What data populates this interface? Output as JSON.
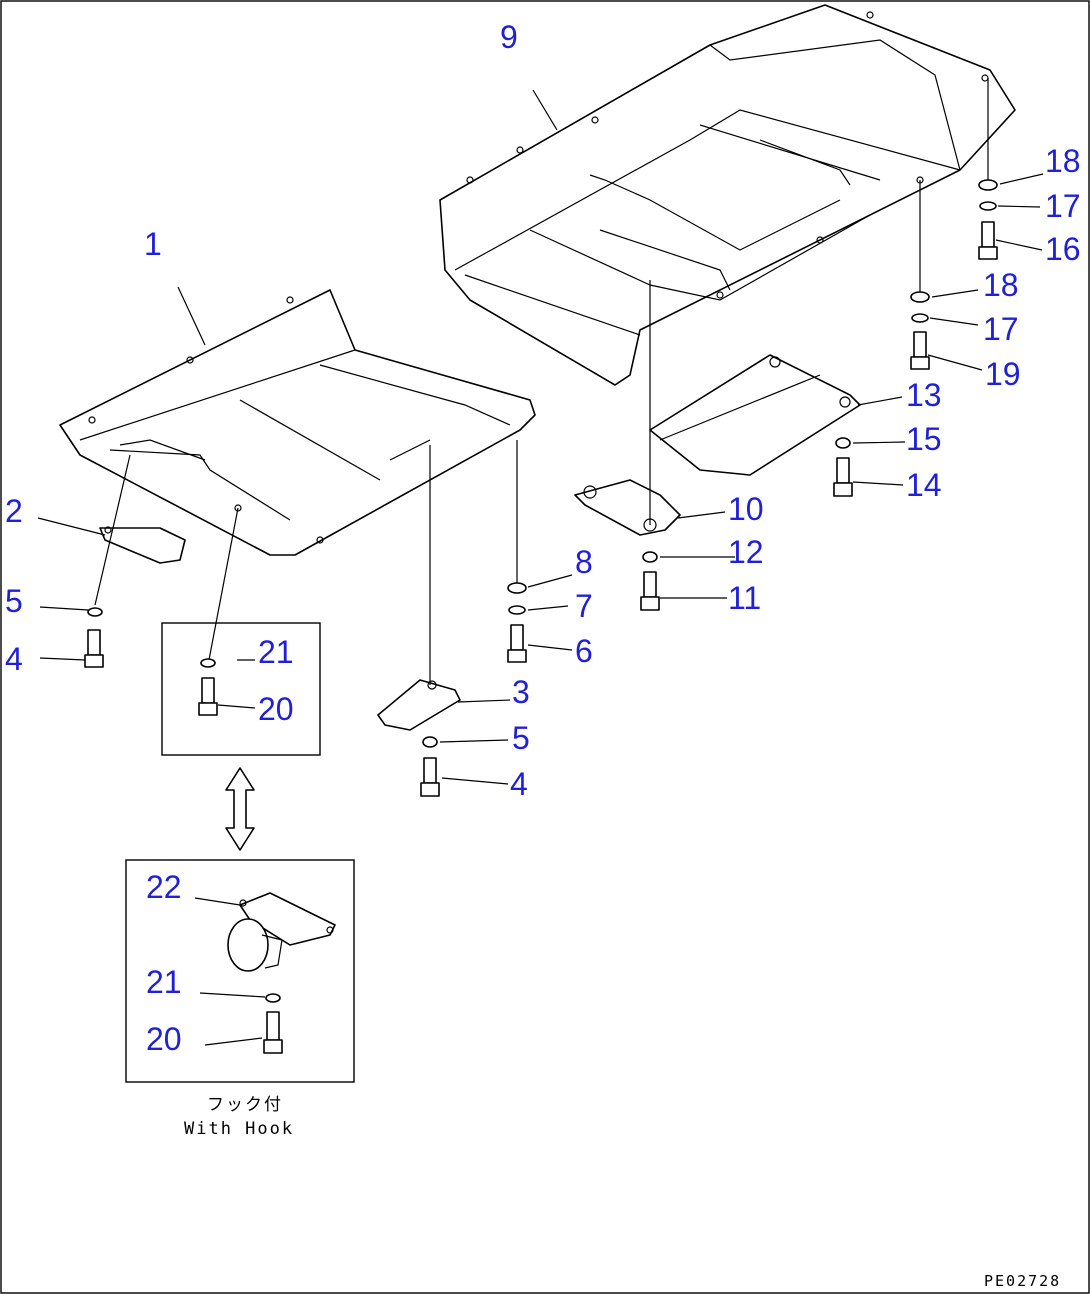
{
  "callouts": {
    "c1": "1",
    "c2": "2",
    "c3": "3",
    "c4a": "4",
    "c4b": "4",
    "c5a": "5",
    "c5b": "5",
    "c6": "6",
    "c7": "7",
    "c8": "8",
    "c9": "9",
    "c10": "10",
    "c11": "11",
    "c12": "12",
    "c13": "13",
    "c14": "14",
    "c15": "15",
    "c16": "16",
    "c17a": "17",
    "c17b": "17",
    "c18a": "18",
    "c18b": "18",
    "c19": "19",
    "c20a": "20",
    "c20b": "20",
    "c21a": "21",
    "c21b": "21",
    "c22": "22"
  },
  "hook_note_jp": "フック付",
  "hook_note_en": "With Hook",
  "drawing_code": "PE02728",
  "colors": {
    "callout": "#2020d8",
    "line": "#000000"
  }
}
